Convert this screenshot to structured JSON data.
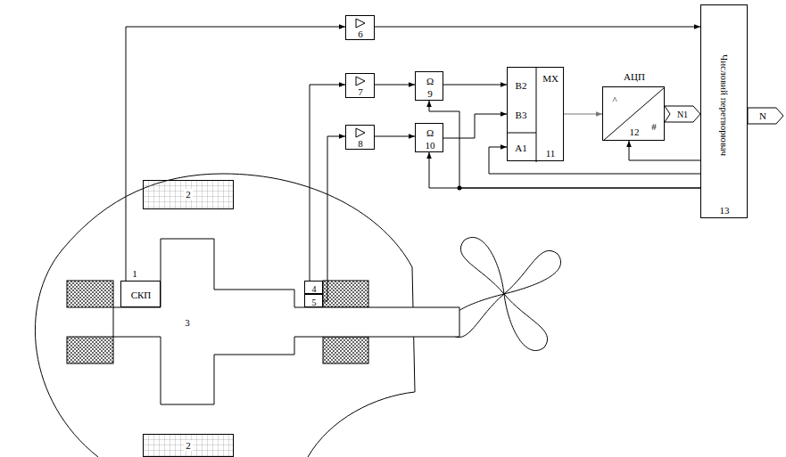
{
  "diagram": {
    "nodes": [
      {
        "text": [
          "6"
        ]
      },
      {
        "text": [
          "7"
        ]
      },
      {
        "text": [
          "8"
        ]
      },
      {
        "text": [
          "Ω",
          "9"
        ]
      },
      {
        "text": [
          "Ω",
          "10"
        ]
      },
      {
        "text": [
          "B2",
          "B3",
          "A1",
          "MX",
          "11"
        ]
      },
      {
        "text": [
          "АЦП",
          "^",
          "#",
          "12"
        ]
      },
      {
        "text": [
          "Числовий перетворювач",
          "13"
        ]
      },
      {
        "text": [
          "2"
        ]
      },
      {
        "text": [
          "2"
        ]
      },
      {
        "text": [
          "3"
        ]
      },
      {
        "text": [
          "1",
          "СКП"
        ]
      },
      {
        "text": [
          "4"
        ]
      },
      {
        "text": [
          "5"
        ]
      }
    ],
    "edges": [
      {
        "from": 11,
        "to": 0,
        "arrow": "to"
      },
      {
        "from": 0,
        "to": 7,
        "arrow": "to"
      },
      {
        "from": 12,
        "to": 1,
        "arrow": "to"
      },
      {
        "from": 13,
        "to": 2,
        "arrow": "to"
      },
      {
        "from": 1,
        "to": 3,
        "arrow": "to"
      },
      {
        "from": 2,
        "to": 4,
        "arrow": "to"
      },
      {
        "from": 3,
        "to": 5,
        "arrow": "to"
      },
      {
        "from": 4,
        "to": 5,
        "arrow": "to"
      },
      {
        "from": 5,
        "to": 6,
        "arrow": "to"
      },
      {
        "from": 6,
        "to": 7,
        "arrow": "to",
        "label": "N1"
      },
      {
        "from": 7,
        "to": 6,
        "arrow": "to"
      },
      {
        "from": 7,
        "to": 5,
        "arrow": "to"
      },
      {
        "from": 7,
        "to": 3,
        "arrow": "to"
      },
      {
        "from": 7,
        "to": 4,
        "arrow": "to"
      }
    ],
    "labels": [
      "N"
    ]
  }
}
